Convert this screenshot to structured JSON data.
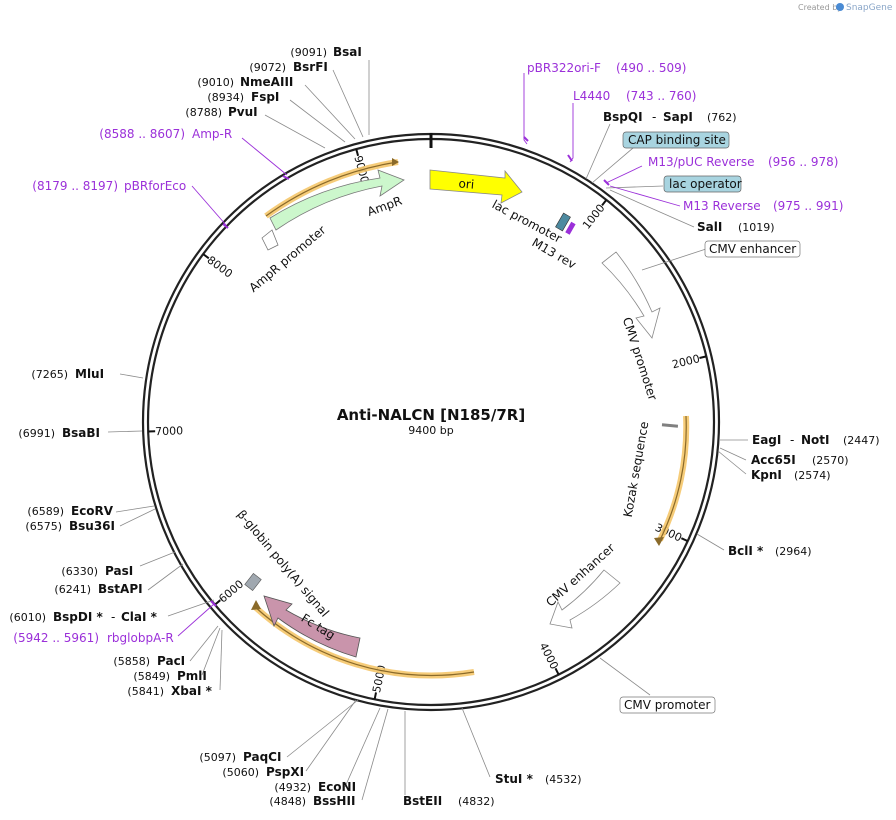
{
  "credit": {
    "created_by": "Created by",
    "brand": "SnapGene"
  },
  "plasmid": {
    "name": "Anti-NALCN [N185/7R]",
    "size_label": "9400 bp",
    "length": 9400
  },
  "map_ticks": [
    {
      "pos": 1000,
      "label": "1000"
    },
    {
      "pos": 2000,
      "label": "2000"
    },
    {
      "pos": 3000,
      "label": "3000"
    },
    {
      "pos": 4000,
      "label": "4000"
    },
    {
      "pos": 5000,
      "label": "5000"
    },
    {
      "pos": 6000,
      "label": "6000"
    },
    {
      "pos": 7000,
      "label": "7000"
    },
    {
      "pos": 8000,
      "label": "8000"
    },
    {
      "pos": 9000,
      "label": "9000"
    }
  ],
  "enzymes_right": [
    {
      "name": "BspQI",
      "name2": "SapI",
      "pos": "(762)"
    },
    {
      "name": "SalI",
      "pos": "(1019)"
    },
    {
      "name": "EagI",
      "name2": "NotI",
      "pos": "(2447)"
    },
    {
      "name": "Acc65I",
      "pos": "(2570)"
    },
    {
      "name": "KpnI",
      "pos": "(2574)"
    },
    {
      "name": "BclI *",
      "pos": "(2964)"
    },
    {
      "name": "StuI *",
      "pos": "(4532)"
    },
    {
      "name": "BstEII",
      "pos": "(4832)"
    }
  ],
  "enzymes_left": [
    {
      "name": "BsaI",
      "pos": "(9091)"
    },
    {
      "name": "BsrFI",
      "pos": "(9072)"
    },
    {
      "name": "NmeAIII",
      "pos": "(9010)"
    },
    {
      "name": "FspI",
      "pos": "(8934)"
    },
    {
      "name": "PvuI",
      "pos": "(8788)"
    },
    {
      "name": "MluI",
      "pos": "(7265)"
    },
    {
      "name": "BsaBI",
      "pos": "(6991)"
    },
    {
      "name": "EcoRV",
      "pos": "(6589)"
    },
    {
      "name": "Bsu36I",
      "pos": "(6575)"
    },
    {
      "name": "PasI",
      "pos": "(6330)"
    },
    {
      "name": "BstAPI",
      "pos": "(6241)"
    },
    {
      "name": "BspDI *",
      "name2": "ClaI *",
      "pos": "(6010)"
    },
    {
      "name": "PacI",
      "pos": "(5858)"
    },
    {
      "name": "PmlI",
      "pos": "(5849)"
    },
    {
      "name": "XbaI *",
      "pos": "(5841)"
    },
    {
      "name": "PaqCI",
      "pos": "(5097)"
    },
    {
      "name": "PspXI",
      "pos": "(5060)"
    },
    {
      "name": "EcoNI",
      "pos": "(4932)"
    },
    {
      "name": "BssHII",
      "pos": "(4848)"
    }
  ],
  "primers": [
    {
      "name": "pBR322ori-F",
      "range": "(490 .. 509)"
    },
    {
      "name": "L4440",
      "range": "(743 .. 760)"
    },
    {
      "name": "M13/pUC Reverse",
      "range": "(956 .. 978)"
    },
    {
      "name": "M13 Reverse",
      "range": "(975 .. 991)"
    },
    {
      "name": "Amp-R",
      "range": "(8588 .. 8607)"
    },
    {
      "name": "pBRforEco",
      "range": "(8179 .. 8197)"
    },
    {
      "name": "rbglobpA-R",
      "range": "(5942 .. 5961)"
    }
  ],
  "boxed_features": [
    {
      "name": "CAP binding site",
      "color": "#a8d4e0"
    },
    {
      "name": "lac operator",
      "color": "#a8d4e0"
    },
    {
      "name": "CMV enhancer",
      "color": "#ffffff"
    },
    {
      "name": "CMV promoter",
      "color": "#ffffff"
    }
  ],
  "features": [
    {
      "name": "ori",
      "color": "#ffff00"
    },
    {
      "name": "AmpR",
      "color": "#ccf7cc"
    },
    {
      "name": "AmpR promoter",
      "color": "#ffffff"
    },
    {
      "name": "lac promoter",
      "color": "#4d8aa0"
    },
    {
      "name": "M13 rev",
      "color": "#9b30d9"
    },
    {
      "name": "CMV promoter",
      "color": "#ffffff"
    },
    {
      "name": "Kozak sequence",
      "color": "#808080"
    },
    {
      "name": "CMV enhancer",
      "color": "#ffffff"
    },
    {
      "name": "Fc tag",
      "color": "#c994ab"
    },
    {
      "name": "β-globin poly(A) signal",
      "color": "#a0a8b0"
    }
  ],
  "colors": {
    "primer": "#9b30d9",
    "orf_highlight": "#f5c76a"
  }
}
